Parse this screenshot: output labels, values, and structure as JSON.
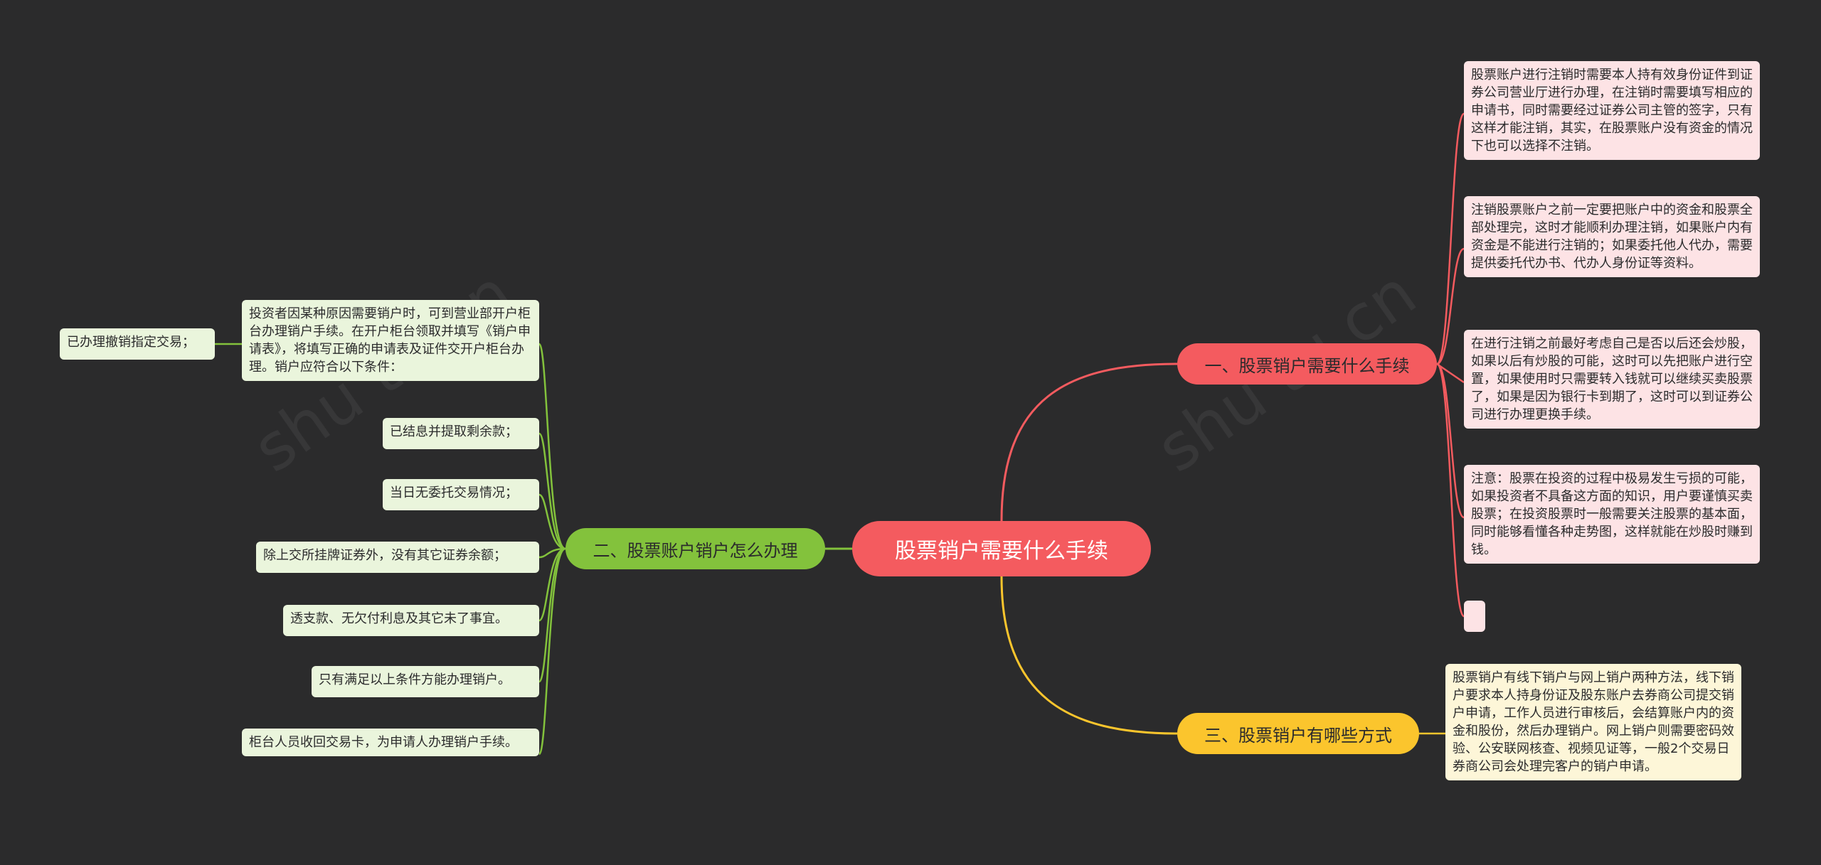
{
  "root": {
    "label": "股票销户需要什么手续"
  },
  "branches": [
    {
      "label": "一、股票销户需要什么手续",
      "color": "#f45b5f",
      "children": [
        "股票账户进行注销时需要本人持有效身份证件到证券公司营业厅进行办理，在注销时需要填写相应的申请书，同时需要经过证券公司主管的签字，只有这样才能注销，其实，在股票账户没有资金的情况下也可以选择不注销。",
        "注销股票账户之前一定要把账户中的资金和股票全部处理完，这时才能顺利办理注销，如果账户内有资金是不能进行注销的；如果委托他人代办，需要提供委托代办书、代办人身份证等资料。",
        "在进行注销之前最好考虑自己是否以后还会炒股，如果以后有炒股的可能，这时可以先把账户进行空置，如果使用时只需要转入钱就可以继续买卖股票了，如果是因为银行卡到期了，这时可以到证券公司进行办理更换手续。",
        "注意：股票在投资的过程中极易发生亏损的可能，如果投资者不具备这方面的知识，用户要谨慎买卖股票；在投资股票时一般需要关注股票的基本面，同时能够看懂各种走势图，这样就能在炒股时赚到钱。",
        ""
      ]
    },
    {
      "label": "二、股票账户销户怎么办理",
      "color": "#83c23c",
      "children": [
        "投资者因某种原因需要销户时，可到营业部开户柜台办理销户手续。在开户柜台领取并填写《销户申请表》，将填写正确的申请表及证件交开户柜台办理。销户应符合以下条件：",
        "已结息并提取剩余款；",
        "当日无委托交易情况；",
        "除上交所挂牌证券外，没有其它证券余额；",
        "透支款、无欠付利息及其它未了事宜。",
        "只有满足以上条件方能办理销户。",
        "柜台人员收回交易卡，为申请人办理销户手续。"
      ],
      "sub_child": "已办理撤销指定交易；"
    },
    {
      "label": "三、股票销户有哪些方式",
      "color": "#fbc52d",
      "children": [
        "股票销户有线下销户与网上销户两种方法，线下销户要求本人持身份证及股东账户去券商公司提交销户申请，工作人员进行审核后，会结算账户内的资金和股份，然后办理销户。网上销户则需要密码效验、公安联网核查、视频见证等，一般2个交易日券商公司会处理完客户的销户申请。"
      ]
    }
  ]
}
